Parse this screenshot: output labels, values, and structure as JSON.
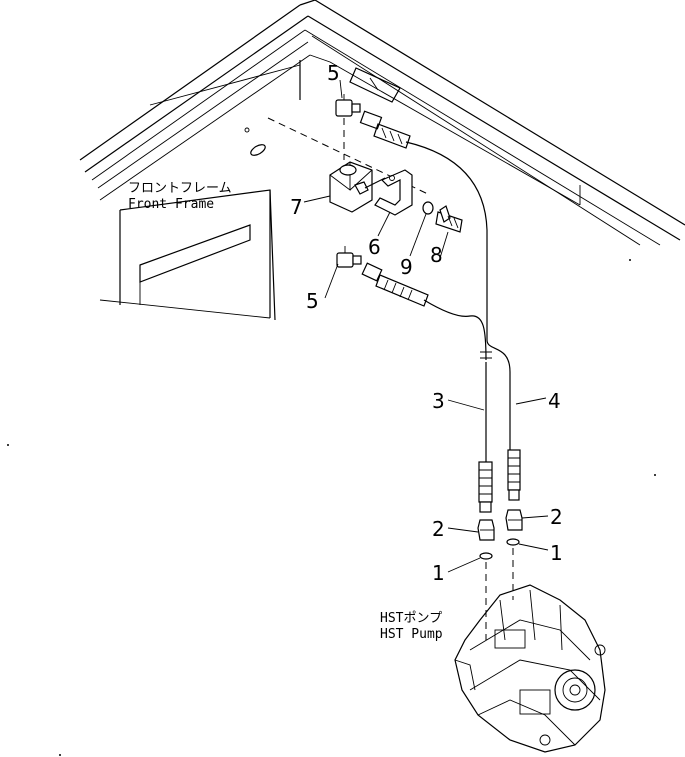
{
  "captions": {
    "front_frame_jp": "フロントフレーム",
    "front_frame_en": "Front Frame",
    "pump_jp": "HSTポンプ",
    "pump_en": "HST Pump"
  },
  "callouts": {
    "c5_top": "5",
    "c7": "7",
    "c6": "6",
    "c9": "9",
    "c8": "8",
    "c5_bottom": "5",
    "c3": "3",
    "c4": "4",
    "c2_left": "2",
    "c2_right": "2",
    "c1_left": "1",
    "c1_right": "1"
  }
}
